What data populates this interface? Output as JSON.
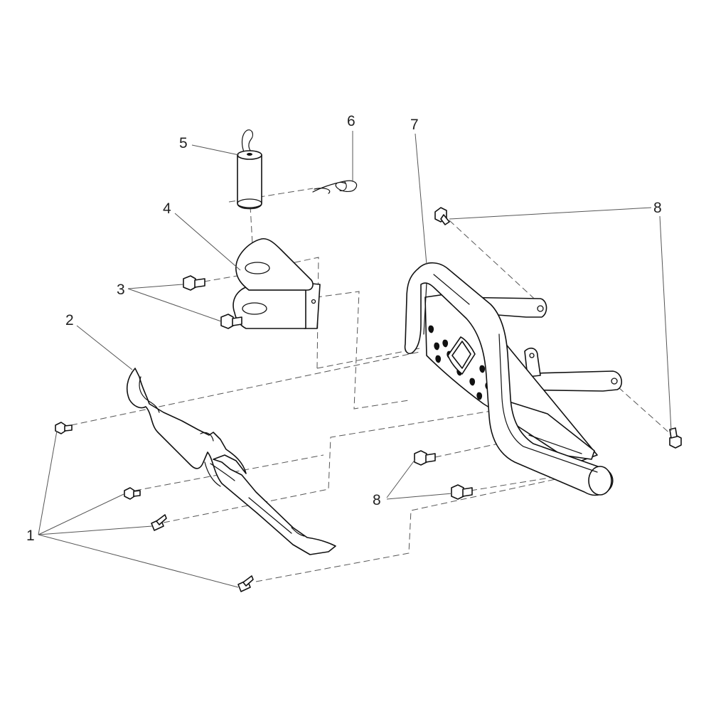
{
  "diagram": {
    "callouts": [
      {
        "id": "c1",
        "label": "1"
      },
      {
        "id": "c2",
        "label": "2"
      },
      {
        "id": "c3",
        "label": "3"
      },
      {
        "id": "c4",
        "label": "4"
      },
      {
        "id": "c5",
        "label": "5"
      },
      {
        "id": "c6",
        "label": "6"
      },
      {
        "id": "c7",
        "label": "7"
      },
      {
        "id": "c8a",
        "label": "8"
      },
      {
        "id": "c8b",
        "label": "8"
      }
    ]
  }
}
